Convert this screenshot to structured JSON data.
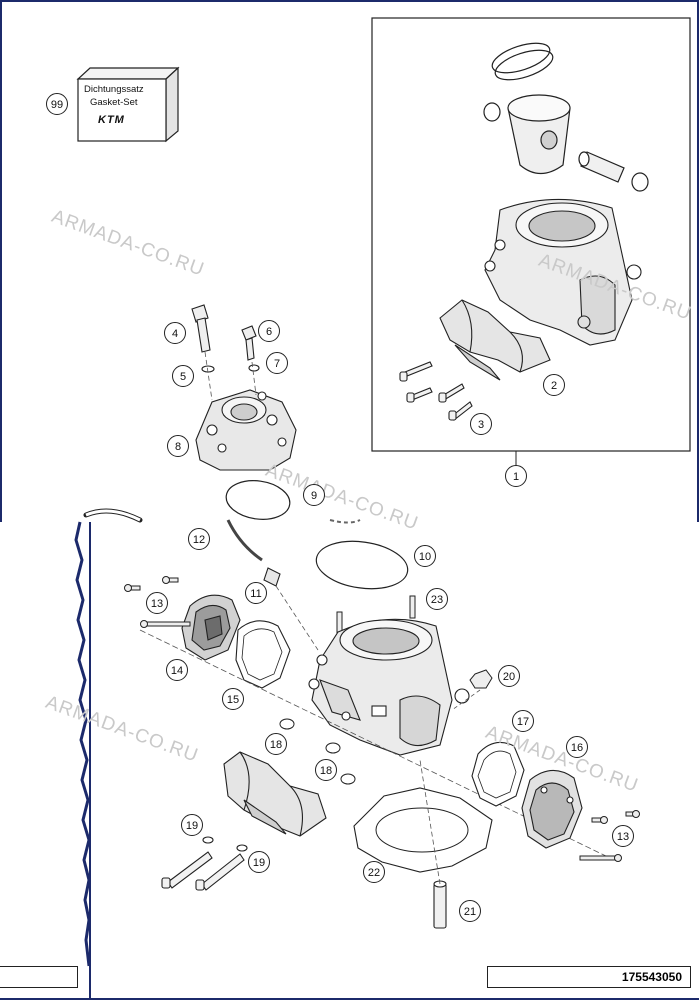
{
  "gasket_box": {
    "line1": "Dichtungssatz",
    "line2": "Gasket-Set",
    "logo": "KTM"
  },
  "callouts": [
    {
      "label": "99",
      "name": "callout-99"
    },
    {
      "label": "1",
      "name": "callout-1"
    },
    {
      "label": "2",
      "name": "callout-2"
    },
    {
      "label": "3",
      "name": "callout-3"
    },
    {
      "label": "4",
      "name": "callout-4"
    },
    {
      "label": "5",
      "name": "callout-5"
    },
    {
      "label": "6",
      "name": "callout-6"
    },
    {
      "label": "7",
      "name": "callout-7"
    },
    {
      "label": "8",
      "name": "callout-8"
    },
    {
      "label": "9",
      "name": "callout-9"
    },
    {
      "label": "10",
      "name": "callout-10"
    },
    {
      "label": "11",
      "name": "callout-11"
    },
    {
      "label": "12",
      "name": "callout-12"
    },
    {
      "label": "13",
      "name": "callout-13-left"
    },
    {
      "label": "13",
      "name": "callout-13-right"
    },
    {
      "label": "14",
      "name": "callout-14"
    },
    {
      "label": "15",
      "name": "callout-15"
    },
    {
      "label": "16",
      "name": "callout-16"
    },
    {
      "label": "17",
      "name": "callout-17"
    },
    {
      "label": "18",
      "name": "callout-18-upper"
    },
    {
      "label": "18",
      "name": "callout-18-lower"
    },
    {
      "label": "19",
      "name": "callout-19-upper"
    },
    {
      "label": "19",
      "name": "callout-19-lower"
    },
    {
      "label": "20",
      "name": "callout-20"
    },
    {
      "label": "21",
      "name": "callout-21"
    },
    {
      "label": "22",
      "name": "callout-22"
    },
    {
      "label": "23",
      "name": "callout-23"
    }
  ],
  "watermarks": [
    "ARMADA-CO.RU",
    "ARMADA-CO.RU",
    "ARMADA-CO.RU",
    "ARMADA-CO.RU",
    "ARMADA-CO.RU"
  ],
  "document_number": "175543050",
  "colors": {
    "frame": "#1c2a6b",
    "line": "#222222",
    "part_fill": "#ededed",
    "part_shade": "#bdbdbd",
    "watermark": "#c9c9c9"
  }
}
